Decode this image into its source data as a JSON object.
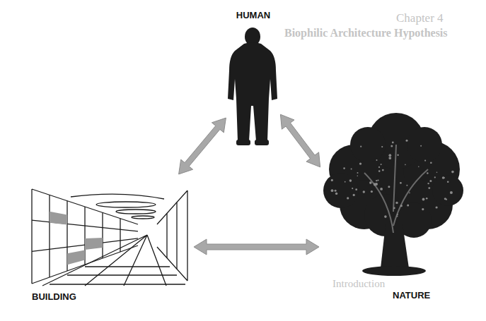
{
  "diagram": {
    "nodes": [
      {
        "text": [
          "HUMAN"
        ]
      },
      {
        "text": [
          "BUILDING"
        ]
      },
      {
        "text": [
          "NATURE"
        ]
      }
    ],
    "edges": [
      {
        "from": 1,
        "to": 0,
        "arrow": "both"
      },
      {
        "from": 0,
        "to": 2,
        "arrow": "both"
      },
      {
        "from": 1,
        "to": 2,
        "arrow": "both"
      }
    ],
    "labels": [
      "Chapter 4",
      "Biophilic Architecture Hypothesis",
      "Introduction"
    ]
  }
}
